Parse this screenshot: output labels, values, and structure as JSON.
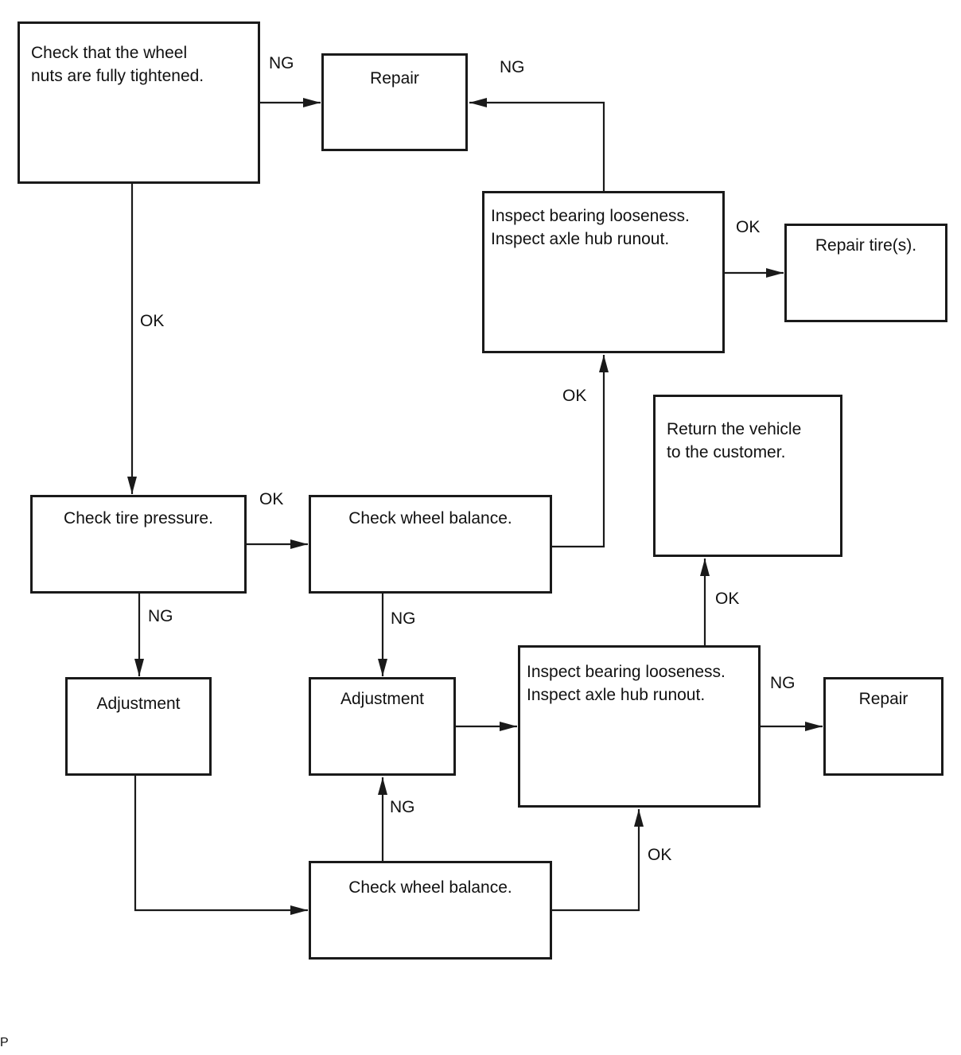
{
  "nodes": {
    "b1": "Check that the wheel\nnuts are fully tightened.",
    "b2": "Repair",
    "b3": "Inspect bearing looseness.\nInspect axle hub runout.",
    "b4": "Repair tire(s).",
    "b5": "Return the vehicle\nto the customer.",
    "b6": "Check tire pressure.",
    "b7": "Check wheel balance.",
    "b8": "Adjustment",
    "b9": "Adjustment",
    "b10": "Inspect bearing looseness.\nInspect axle hub runout.",
    "b11": "Repair",
    "b12": "Check wheel balance."
  },
  "labels": {
    "b1_to_b2": "NG",
    "b3_to_b2": "NG",
    "b1_to_b6": "OK",
    "b3_to_b4": "OK",
    "b7_to_b3": "OK",
    "b6_to_b7": "OK",
    "b10_to_b5": "OK",
    "b6_to_b8": "NG",
    "b7_to_b9": "NG",
    "b10_to_b11": "NG",
    "b12_to_b9": "NG",
    "b12_to_b10": "OK"
  },
  "footer": "P"
}
